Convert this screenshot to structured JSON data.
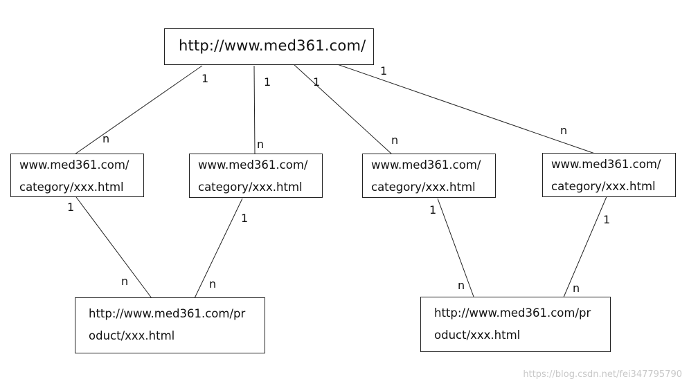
{
  "root": {
    "url": "http://www.med361.com/"
  },
  "categories": [
    {
      "line1": "www.med361.com/",
      "line2": "category/xxx.html"
    },
    {
      "line1": "www.med361.com/",
      "line2": "category/xxx.html"
    },
    {
      "line1": "www.med361.com/",
      "line2": "category/xxx.html"
    },
    {
      "line1": "www.med361.com/",
      "line2": "category/xxx.html"
    }
  ],
  "products": [
    {
      "line1": "http://www.med361.com/pr",
      "line2": "oduct/xxx.html"
    },
    {
      "line1": "http://www.med361.com/pr",
      "line2": "oduct/xxx.html"
    }
  ],
  "edges": [
    {
      "one": "1",
      "many": "n"
    },
    {
      "one": "1",
      "many": "n"
    },
    {
      "one": "1",
      "many": "n"
    },
    {
      "one": "1",
      "many": "n"
    },
    {
      "one": "1",
      "many": "n"
    },
    {
      "one": "1",
      "many": "n"
    },
    {
      "one": "1",
      "many": "n"
    },
    {
      "one": "1",
      "many": "n"
    }
  ],
  "watermark": "https://blog.csdn.net/fei347795790"
}
